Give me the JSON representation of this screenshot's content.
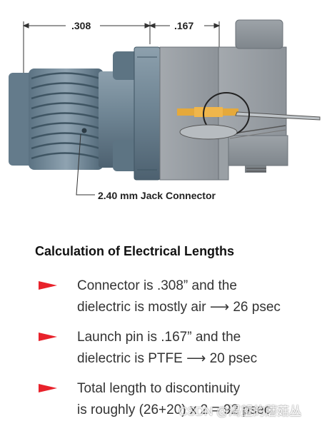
{
  "diagram": {
    "dim_left": ".308",
    "dim_right": ".167",
    "caption": "2.40 mm Jack Connector"
  },
  "section": {
    "title": "Calculation of Electrical Lengths",
    "bullets": [
      {
        "line1": "Connector is .308” and the",
        "line2": "dielectric is mostly air ⟶ 26 psec"
      },
      {
        "line1": "Launch pin is .167” and the",
        "line2": "dielectric is PTFE ⟶ 20 psec"
      },
      {
        "line1": "Total length to discontinuity",
        "line2": "is roughly (26+20) x 2 = 92 psec"
      }
    ],
    "bullet_color": "#e8222b"
  },
  "watermark": "CSDN @渴望的蘑菇丛"
}
